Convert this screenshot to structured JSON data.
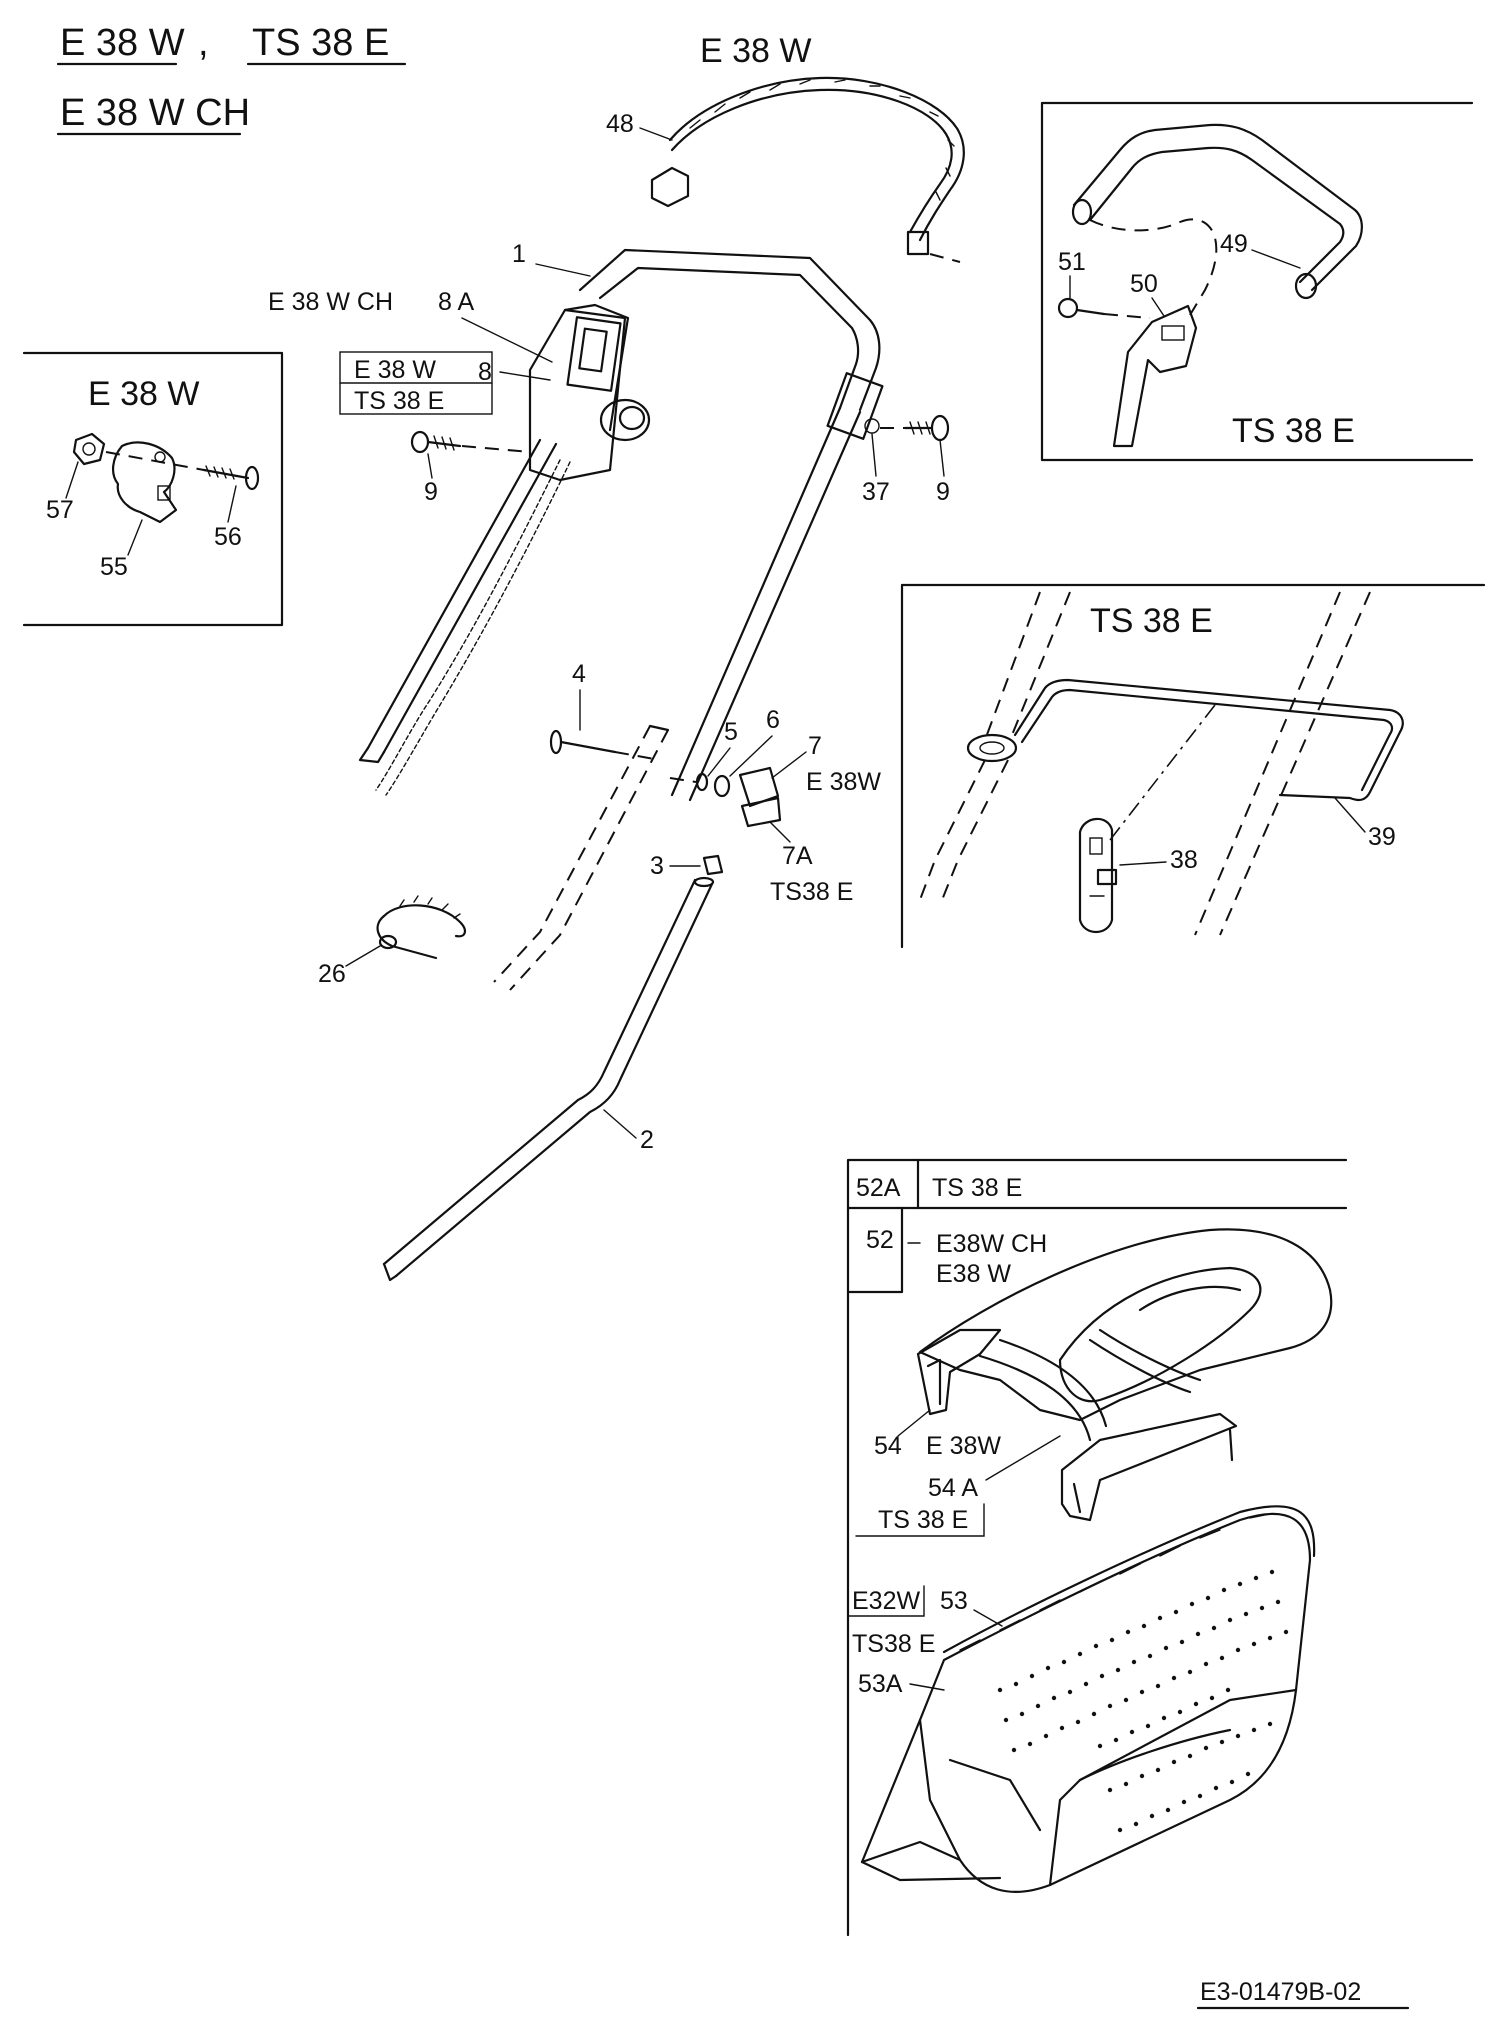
{
  "header": {
    "line1_a": "E 38 W",
    "separator": ",",
    "line1_b": "TS 38 E",
    "line2": "E 38 W  CH"
  },
  "inset_e38w": {
    "title": "E 38 W",
    "parts": [
      "57",
      "55",
      "56"
    ]
  },
  "inset_ts38e_top": {
    "parts": [
      "51",
      "50",
      "49"
    ],
    "model": "TS 38 E"
  },
  "inset_ts38e_mid": {
    "model": "TS 38 E",
    "parts": [
      "38",
      "39"
    ]
  },
  "main": {
    "cable_model": "E 38 W",
    "labels": {
      "p48": "48",
      "p1": "1",
      "p8a_model": "E 38 W  CH",
      "p8a": "8 A",
      "box_model_1": "E 38 W",
      "box_model_2": "TS 38 E",
      "p8": "8",
      "p9_left": "9",
      "p37": "37",
      "p9_right": "9",
      "p4": "4",
      "p5": "5",
      "p6": "6",
      "p7": "7",
      "p7_model": "E 38W",
      "p7a": "7A",
      "p7a_model": "TS38 E",
      "p3": "3",
      "p26": "26",
      "p2": "2"
    }
  },
  "grassbag": {
    "row1_part": "52A",
    "row1_model": "TS 38 E",
    "row2_part": "52",
    "row2_model_1": "E38W  CH",
    "row2_model_2": "E38 W",
    "p54": "54",
    "p54_model": "E 38W",
    "p54a": "54 A",
    "p54a_model": "TS 38 E",
    "p53_model": "E32W",
    "p53": "53",
    "p53a_model": "TS38 E",
    "p53a": "53A"
  },
  "footer": {
    "drawing_number": "E3-01479B-02"
  }
}
